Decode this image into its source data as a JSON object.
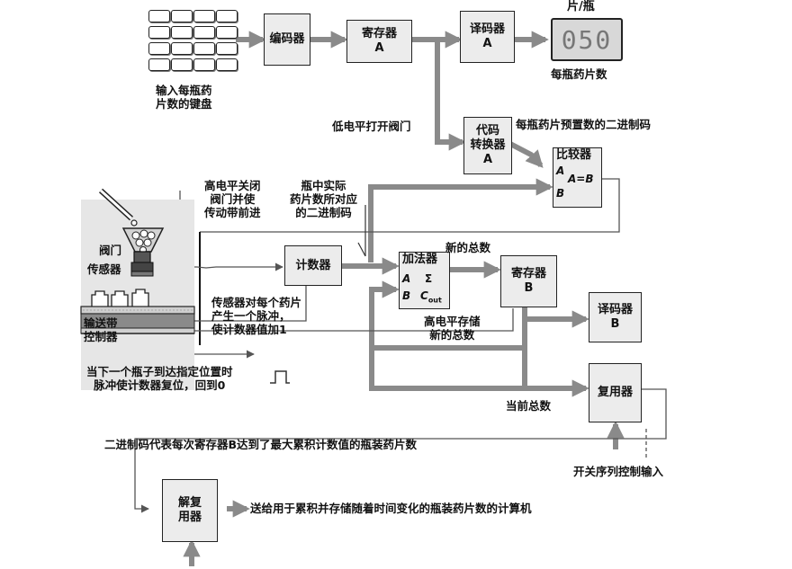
{
  "blocks": {
    "encoder": "编码器",
    "register_a": [
      "寄存器",
      "A"
    ],
    "decoder_a": [
      "译码器",
      "A"
    ],
    "code_converter": [
      "代码",
      "转换器",
      "A"
    ],
    "comparator": "比较器",
    "counter": "计数器",
    "adder": "加法器",
    "register_b": [
      "寄存器",
      "B"
    ],
    "decoder_b": [
      "译码器",
      "B"
    ],
    "multiplexer": "复用器",
    "demultiplexer": [
      "解复",
      "用器"
    ]
  },
  "pins": {
    "comparator": [
      "A",
      "A=B",
      "B"
    ],
    "adder": [
      "A",
      "Σ",
      "B",
      "C",
      "out"
    ]
  },
  "display": {
    "unit": "片/瓶",
    "value": "050",
    "caption": "每瓶药片数"
  },
  "labels": {
    "keyboard": [
      "输入每瓶药",
      "片数的键盘"
    ],
    "low_level_open": "低电平打开阀门",
    "preset_binary": "每瓶药片预置数的二进制码",
    "high_level_close": [
      "高电平关闭",
      "阀门并使",
      "传动带前进"
    ],
    "actual_binary": [
      "瓶中实际",
      "药片数所对应",
      "的二进制码"
    ],
    "new_total": "新的总数",
    "valve": "阀门",
    "sensor": "传感器",
    "conveyor_controller": [
      "输送带",
      "控制器"
    ],
    "sensor_pulse": [
      "传感器对每个药片",
      "产生一个脉冲，",
      "使计数器值加1"
    ],
    "high_level_store": [
      "高电平存储",
      "新的总数"
    ],
    "reset_note": [
      "当下一个瓶子到达指定位置时",
      "脉冲使计数器复位，回到0"
    ],
    "current_total": "当前总数",
    "binary_code_note": "二进制码代表每次寄存器B达到了最大累积计数值的瓶装药片数",
    "switch_input": "开关序列控制输入",
    "output_note": "送给用于累积并存储随着时间变化的瓶装药片数的计算机"
  }
}
